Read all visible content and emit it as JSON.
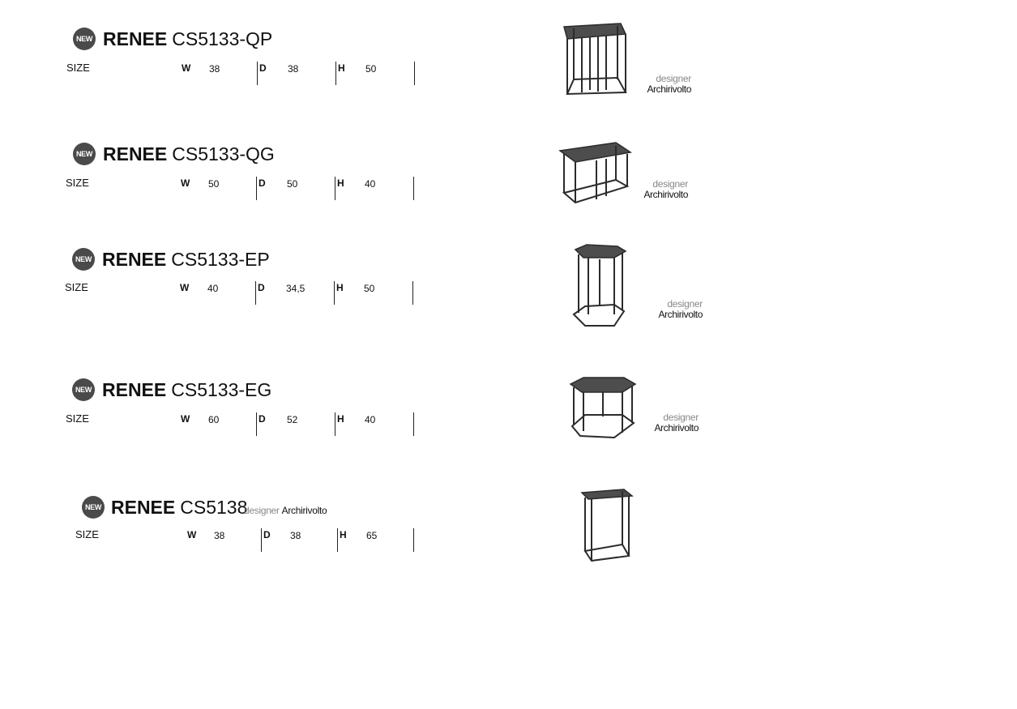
{
  "badge_label": "NEW",
  "size_label": "SIZE",
  "dim_keys": {
    "w": "W",
    "d": "D",
    "h": "H"
  },
  "designer_label": "designer",
  "designer_name": "Archirivolto",
  "products": [
    {
      "brand": "RENEE",
      "code": "CS5133-QP",
      "w": "38",
      "d": "38",
      "h": "50",
      "image": "square-tall-table"
    },
    {
      "brand": "RENEE",
      "code": "CS5133-QG",
      "w": "50",
      "d": "50",
      "h": "40",
      "image": "square-low-table"
    },
    {
      "brand": "RENEE",
      "code": "CS5133-EP",
      "w": "40",
      "d": "34,5",
      "h": "50",
      "image": "hexagon-tall-table"
    },
    {
      "brand": "RENEE",
      "code": "CS5133-EG",
      "w": "60",
      "d": "52",
      "h": "40",
      "image": "hexagon-low-table"
    },
    {
      "brand": "RENEE",
      "code": "CS5138",
      "w": "38",
      "d": "38",
      "h": "65",
      "image": "square-high-table"
    }
  ],
  "colors": {
    "badge": "#4a4a4a",
    "frame": "#2b2b2b",
    "top": "#4d4d4d"
  }
}
